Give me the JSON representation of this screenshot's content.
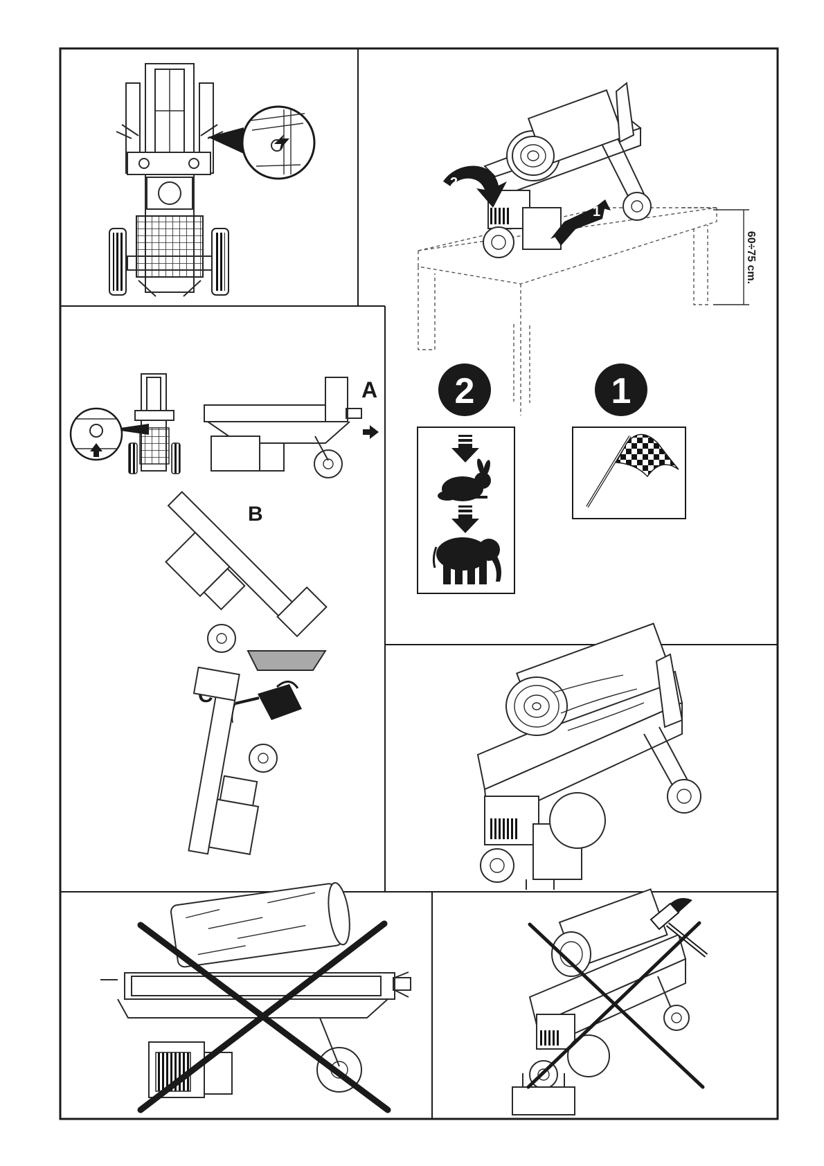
{
  "labels": {
    "panel_a": "A",
    "panel_b": "B",
    "panel_c": "C",
    "arrow_1": "1",
    "arrow_2": "2",
    "step_1_badge": "1",
    "step_2_badge": "2",
    "height_range": "60÷75 cm."
  },
  "colors": {
    "line": "#2a2a2a",
    "fill_dark": "#1a1a1a",
    "tray_fill": "#a9a9a9"
  },
  "icons": [
    "rabbit-icon",
    "elephant-icon",
    "checkered-flag-icon",
    "down-arrow-icon",
    "oil-can-icon",
    "hammer-icon",
    "magnifier-callout-icon"
  ]
}
